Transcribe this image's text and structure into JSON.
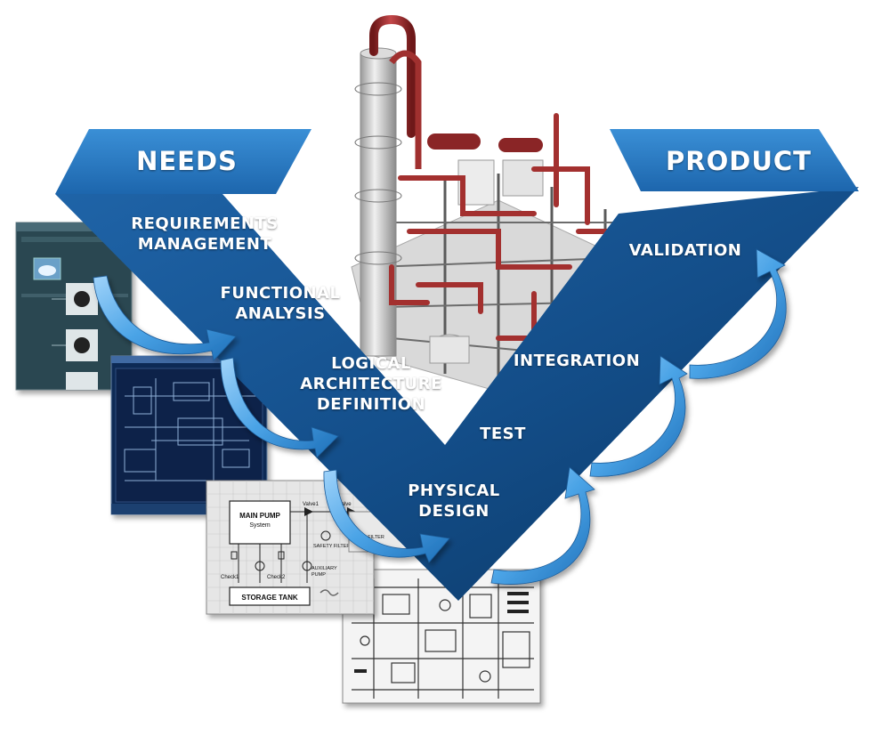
{
  "diagram": {
    "banners": {
      "left": "NEEDS",
      "right": "PRODUCT"
    },
    "left_steps": [
      {
        "line1": "REQUIREMENTS",
        "line2": "MANAGEMENT"
      },
      {
        "line1": "FUNCTIONAL",
        "line2": "ANALYSIS"
      },
      {
        "line1": "LOGICAL",
        "line2": "ARCHITECTURE",
        "line3": "DEFINITION"
      },
      {
        "line1": "PHYSICAL",
        "line2": "DESIGN"
      }
    ],
    "bottom_step": "TEST",
    "right_steps": [
      "INTEGRATION",
      "VALIDATION"
    ]
  },
  "schematic": {
    "main_pump": {
      "line1": "MAIN PUMP",
      "line2": "System"
    },
    "storage_tank": "STORAGE TANK",
    "labels": {
      "valve1": "Valve1",
      "valve": "Valve",
      "check1": "Check1",
      "check2": "Check2",
      "safety_filter": "SAFETY FILTER",
      "main_filter": "MAIN FILTER",
      "aux_pump_1": "AUXILIARY",
      "aux_pump_2": "PUMP"
    }
  },
  "colors": {
    "v_dark": "#0c3d6e",
    "v_mid": "#1a5ea4",
    "banner": "#2a78bf",
    "arrow": "#4ea7e8",
    "pipe": "#9b2b2c"
  }
}
